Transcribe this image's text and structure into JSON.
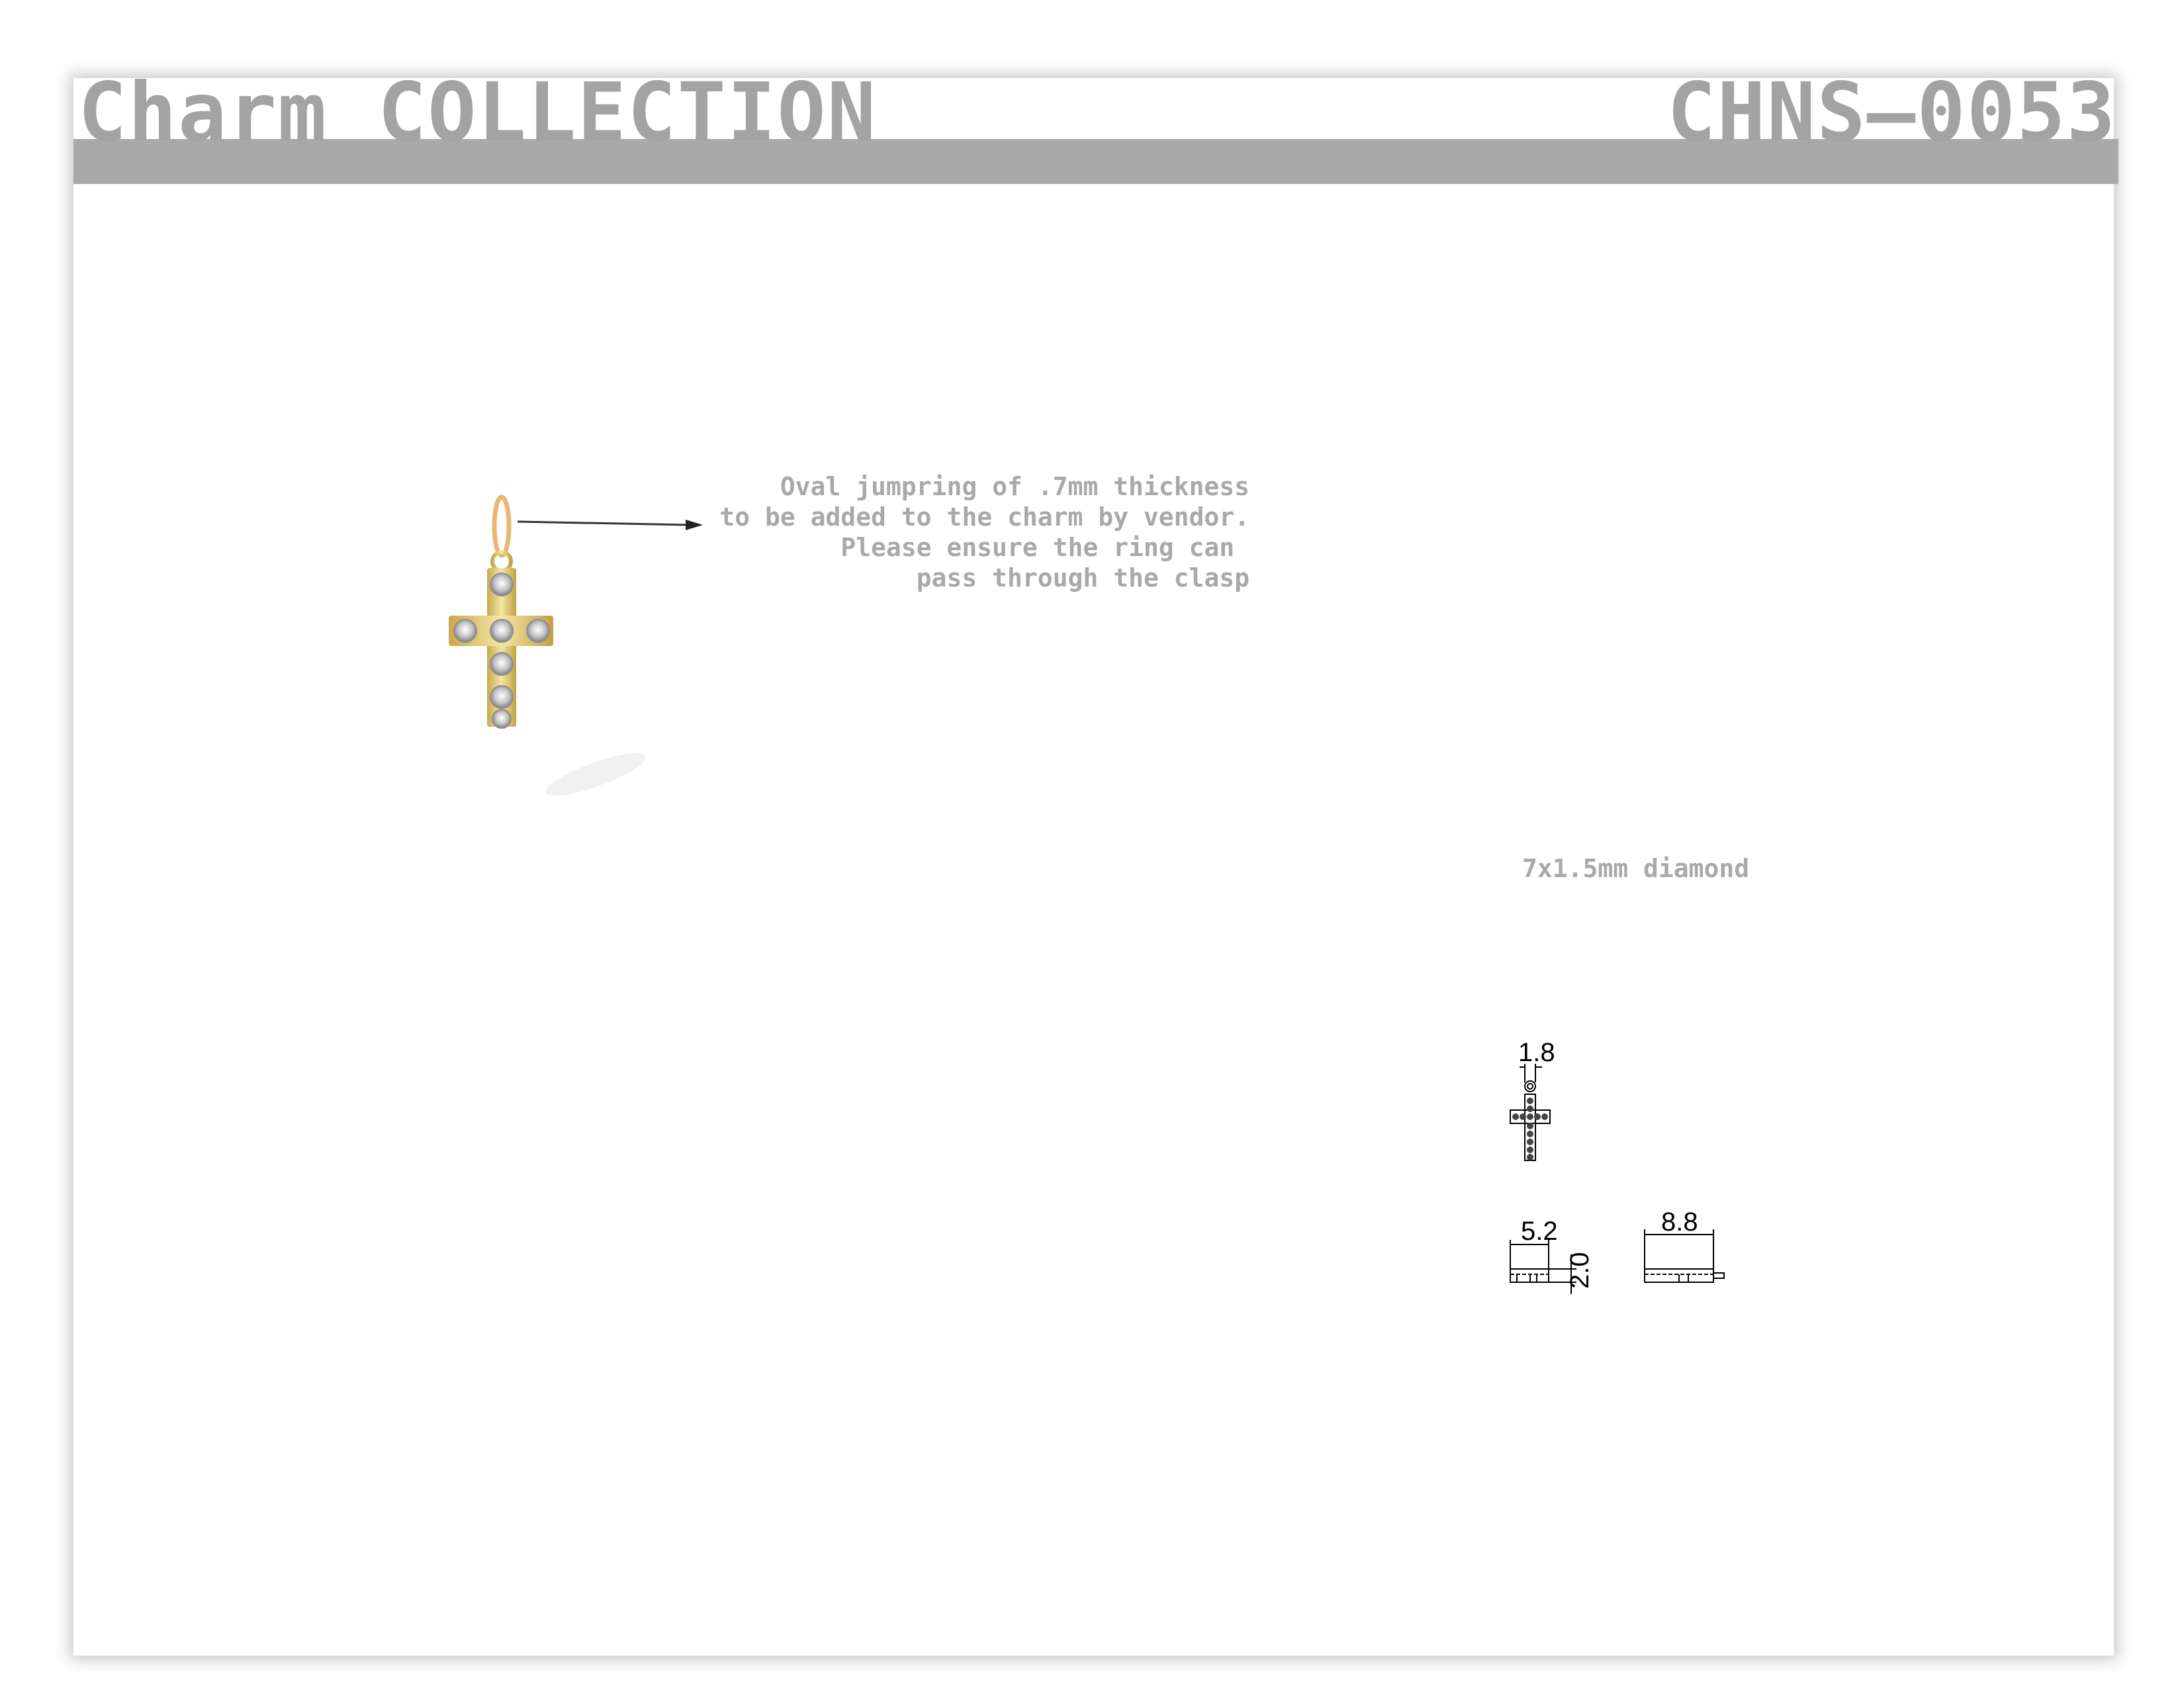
{
  "header": {
    "collection_title": "Charm COLLECTION",
    "sku": "CHNS–0053"
  },
  "annotation": {
    "jumpring_note": "Oval jumpring of .7mm thickness\nto be added to the charm by vendor.\nPlease ensure the ring can \npass through the clasp"
  },
  "stone_spec": "7x1.5mm diamond",
  "technical_drawing": {
    "dims": {
      "front_width": "1.8",
      "side_width": "5.2",
      "thickness": "2.0",
      "length": "8.8"
    }
  },
  "colors": {
    "header_band": "#a9a9a9",
    "header_text": "#a3a3a3",
    "gold": "#e8d27a"
  }
}
